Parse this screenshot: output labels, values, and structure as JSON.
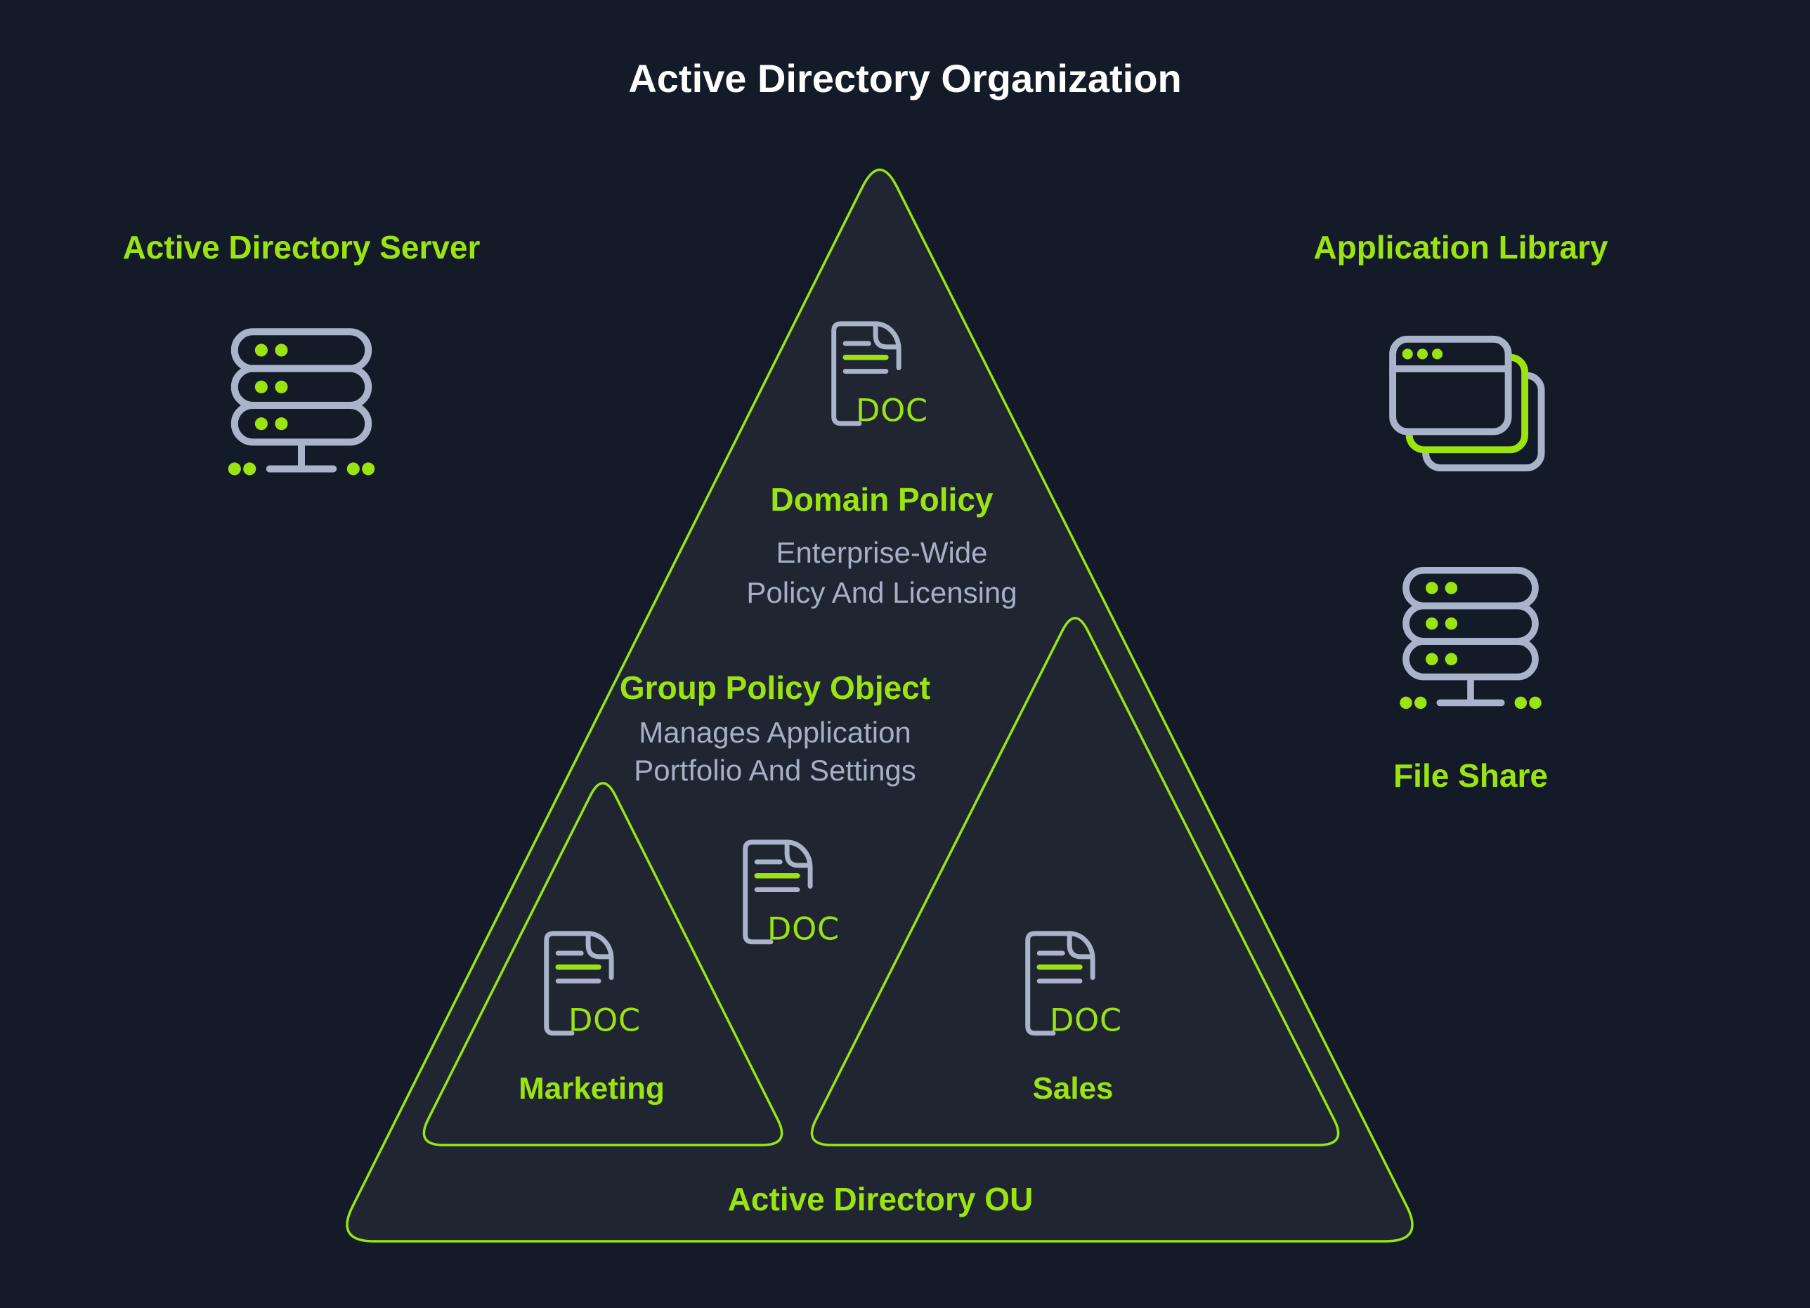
{
  "title": "Active Directory Organization",
  "colors": {
    "background": "#141b28",
    "accent_green": "#9ce312",
    "icon_gray": "#a9b4ca",
    "text_gray": "#a5b0c6",
    "title_white": "#ffffff"
  },
  "peripherals": {
    "ad_server": {
      "label": "Active Directory Server",
      "icon": "server-icon"
    },
    "app_library": {
      "label": "Application Library",
      "icon": "window-stack-icon"
    },
    "file_share": {
      "label": "File Share",
      "icon": "server-icon"
    }
  },
  "pyramid": {
    "doc_badge": "DOC",
    "domain_policy": {
      "heading": "Domain Policy",
      "desc_line1": "Enterprise-Wide",
      "desc_line2": "Policy And Licensing",
      "icon": "doc-file-icon"
    },
    "group_policy": {
      "heading": "Group Policy Object",
      "desc_line1": "Manages Application",
      "desc_line2": "Portfolio And Settings",
      "icon": "doc-file-icon"
    },
    "marketing_ou": {
      "label": "Marketing",
      "icon": "doc-file-icon"
    },
    "sales_ou": {
      "label": "Sales",
      "icon": "doc-file-icon"
    },
    "base": {
      "label": "Active Directory OU"
    }
  }
}
